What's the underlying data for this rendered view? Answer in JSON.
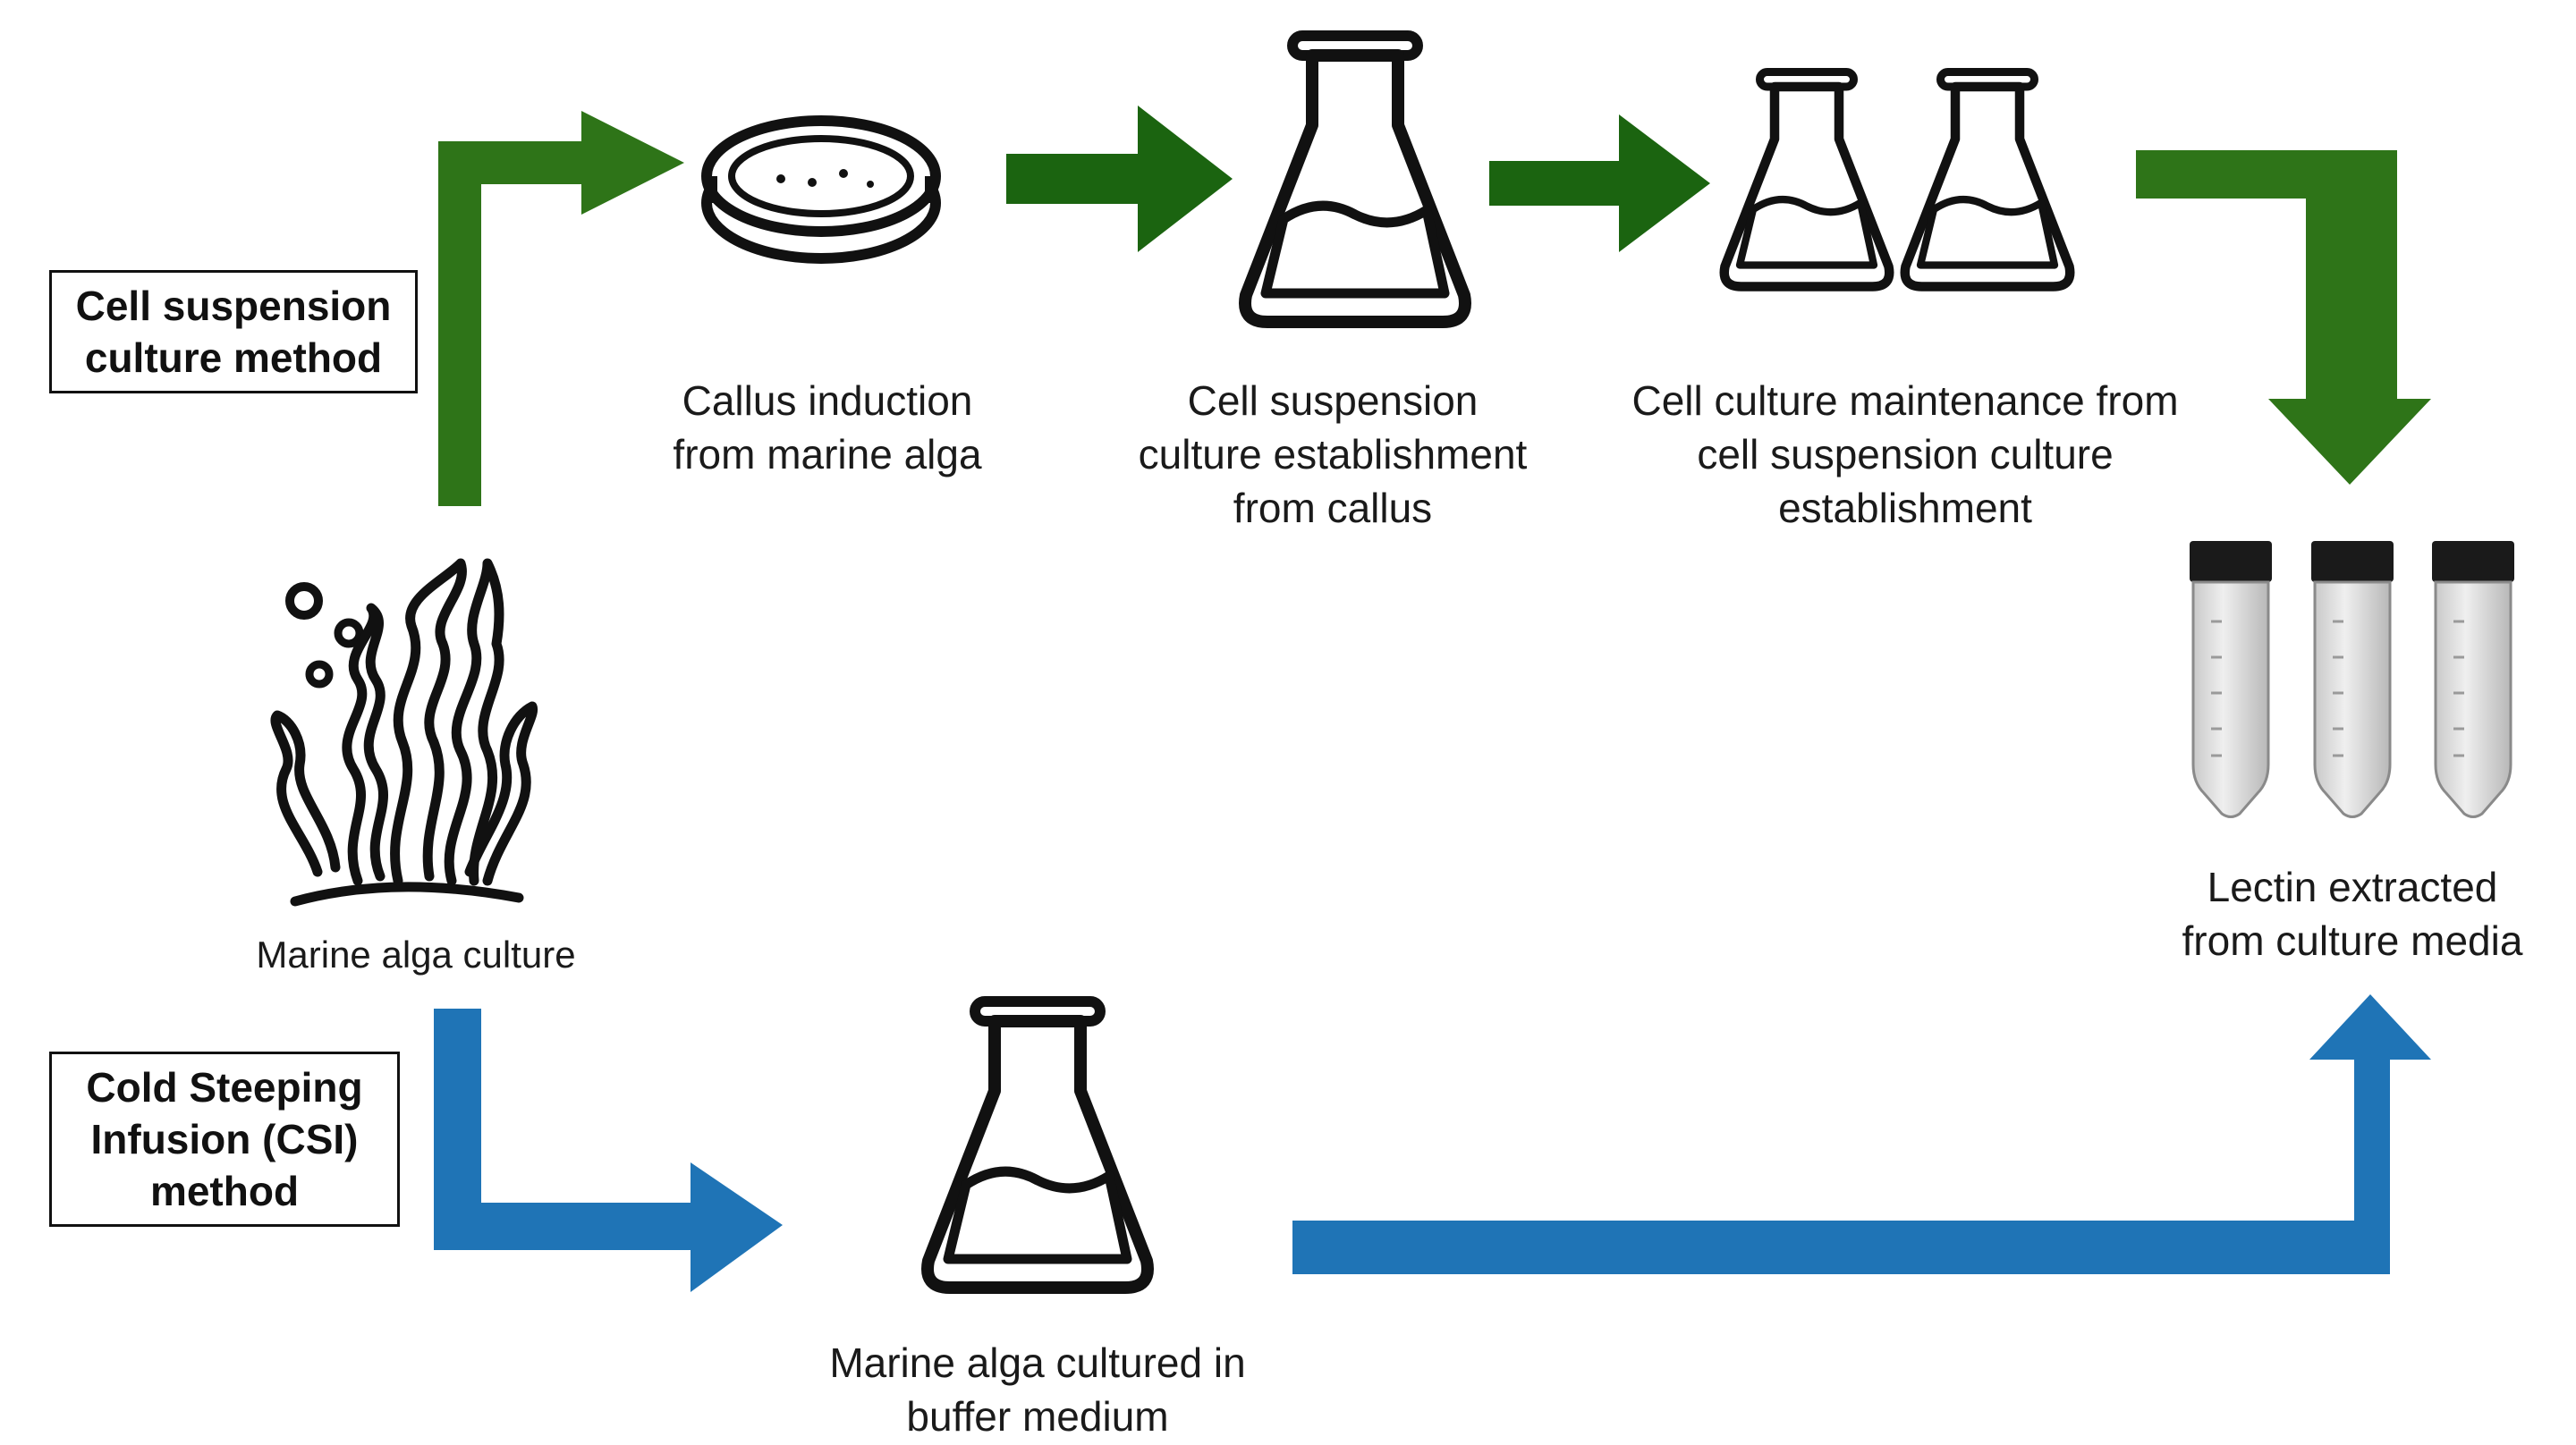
{
  "colors": {
    "suspension_arrow": "#2e7418",
    "suspension_arrow_dark": "#1b6410",
    "csi_arrow": "#1f74b6",
    "icon_stroke": "#111111",
    "tube_cap": "#1a1a1a",
    "tube_body": "#d8d8d8"
  },
  "methods": {
    "suspension": {
      "label_lines": [
        "Cell suspension",
        "culture method"
      ]
    },
    "csi": {
      "label_lines": [
        "Cold Steeping",
        "Infusion (CSI)",
        "method"
      ]
    }
  },
  "nodes": {
    "alga": {
      "icon": "seaweed-icon",
      "label_lines": [
        "Marine alga culture"
      ]
    },
    "callus": {
      "icon": "petri-dish-icon",
      "label_lines": [
        "Callus induction",
        "from marine alga"
      ]
    },
    "suspension_establish": {
      "icon": "flask-icon",
      "label_lines": [
        "Cell suspension",
        "culture establishment",
        "from callus"
      ]
    },
    "maintenance": {
      "icon": "two-flasks-icon",
      "label_lines": [
        "Cell culture maintenance from",
        "cell suspension culture",
        "establishment"
      ]
    },
    "lectin": {
      "icon": "centrifuge-tubes-icon",
      "label_lines": [
        "Lectin extracted",
        "from culture media"
      ]
    },
    "buffer": {
      "icon": "flask-icon",
      "label_lines": [
        "Marine alga cultured in",
        "buffer medium"
      ]
    }
  }
}
